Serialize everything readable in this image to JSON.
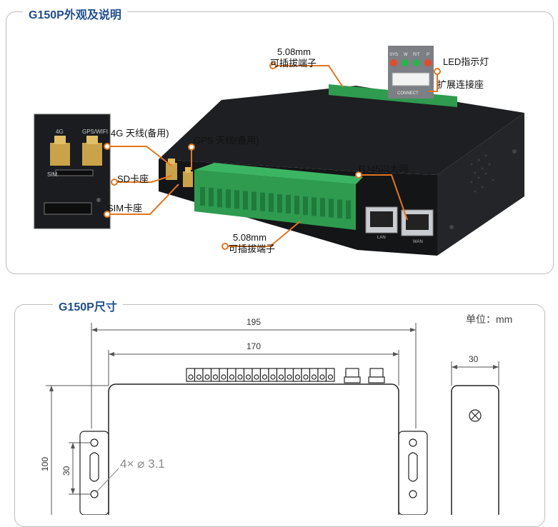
{
  "section1": {
    "title": "G150P外观及说明",
    "callouts": {
      "terminal_top_line1": "5.08mm",
      "terminal_top_line2": "可插拔端子",
      "led": "LED指示灯",
      "expansion": "扩展连接座",
      "antenna_4g": "4G 天线(备用)",
      "antenna_gps": "GPS 天线(备用)",
      "sd_slot": "SD卡座",
      "sim_slot": "SIM卡座",
      "rj45": "RJ45以太网",
      "terminal_bottom_line1": "5.08mm",
      "terminal_bottom_line2": "可插拔端子"
    },
    "inset_labels": {
      "port_4g": "4G",
      "port_gps": "GPS/WIFI",
      "port_sim": "SIM"
    },
    "led_board": {
      "labels": [
        "SYS",
        "W",
        "R/T",
        "P"
      ],
      "connector_label": "CONNECT"
    },
    "ethernet_labels": [
      "LAN",
      "WAN"
    ]
  },
  "section2": {
    "title": "G150P尺寸",
    "unit": "单位：mm",
    "dims": {
      "total_width": "195",
      "body_width": "170",
      "side_depth": "30",
      "height": "100",
      "hole_spacing": "30",
      "hole_spec": "4× ⌀ 3.1"
    }
  }
}
